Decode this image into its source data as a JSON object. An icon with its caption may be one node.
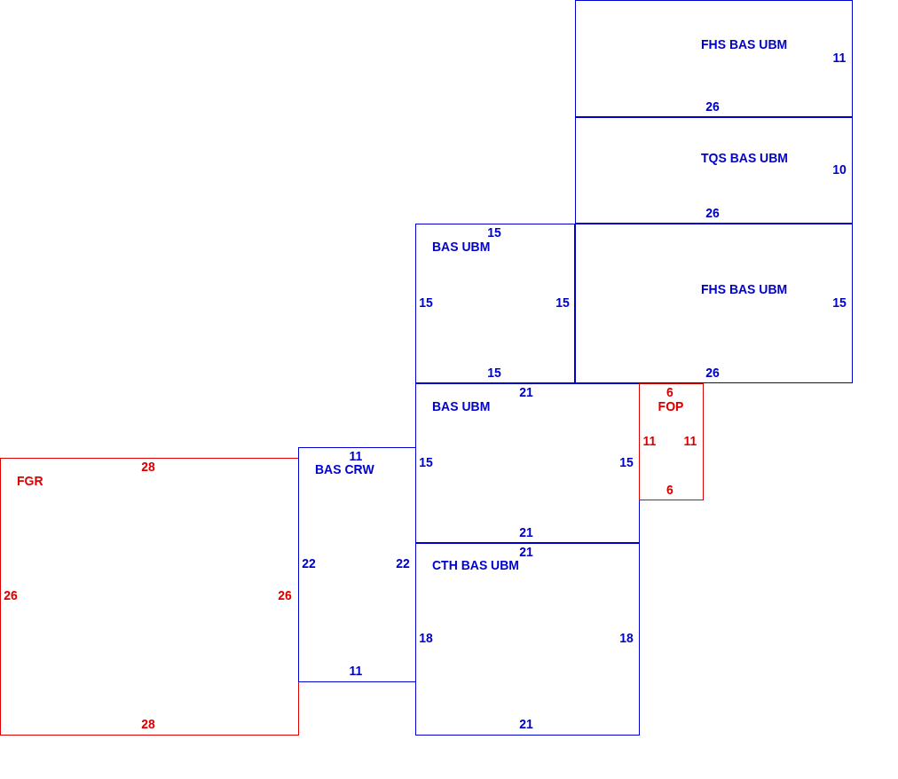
{
  "diagram": {
    "nodes": [
      {
        "text": [
          "FHS BAS UBM",
          "11",
          "26"
        ]
      },
      {
        "text": [
          "TQS BAS UBM",
          "10",
          "26"
        ]
      },
      {
        "text": [
          "FHS BAS UBM",
          "15",
          "26"
        ]
      },
      {
        "text": [
          "15",
          "BAS UBM",
          "15",
          "15",
          "15"
        ]
      },
      {
        "text": [
          "21",
          "BAS UBM",
          "15",
          "15",
          "21"
        ]
      },
      {
        "text": [
          "6",
          "FOP",
          "11",
          "11",
          "6"
        ]
      },
      {
        "text": [
          "28",
          "FGR",
          "26",
          "26",
          "28"
        ]
      },
      {
        "text": [
          "11",
          "BAS CRW",
          "22",
          "22",
          "11"
        ]
      },
      {
        "text": [
          "21",
          "CTH BAS UBM",
          "18",
          "18",
          "21"
        ]
      }
    ]
  }
}
